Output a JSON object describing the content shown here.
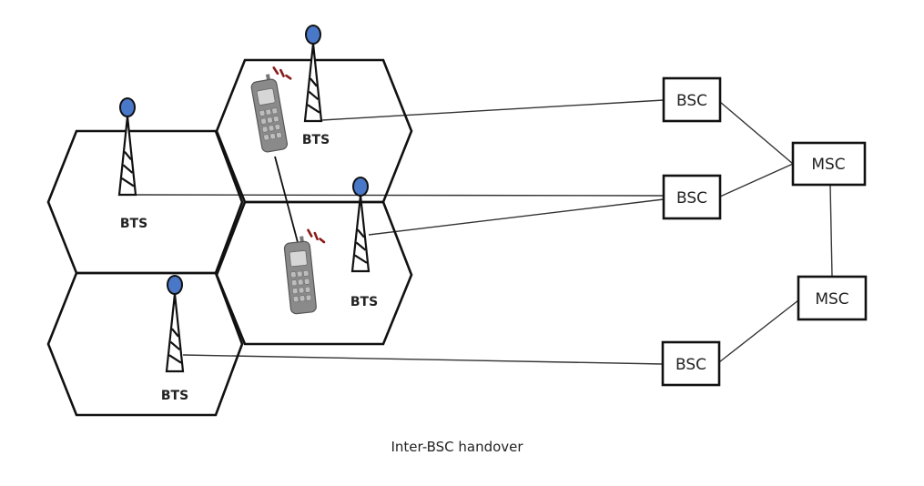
{
  "caption": "Inter-BSC handover",
  "colors": {
    "antenna_ball": "#4a78c8",
    "signal_marks": "#8b1a1a",
    "lines": "#333333"
  },
  "cells": [
    {
      "id": "cell-left-top",
      "bts_label": "BTS"
    },
    {
      "id": "cell-right-top",
      "bts_label": "BTS",
      "has_phone": true
    },
    {
      "id": "cell-right-middle",
      "bts_label": "BTS",
      "has_phone": true
    },
    {
      "id": "cell-left-bottom",
      "bts_label": "BTS"
    }
  ],
  "controllers": {
    "bsc": [
      {
        "id": "bsc-top",
        "label": "BSC"
      },
      {
        "id": "bsc-middle",
        "label": "BSC"
      },
      {
        "id": "bsc-bottom",
        "label": "BSC"
      }
    ],
    "msc": [
      {
        "id": "msc-top",
        "label": "MSC"
      },
      {
        "id": "msc-bottom",
        "label": "MSC"
      }
    ]
  },
  "connections": [
    {
      "from": "cell-right-top.bts",
      "to": "bsc-top"
    },
    {
      "from": "cell-left-top.bts",
      "to": "bsc-middle"
    },
    {
      "from": "cell-right-middle.bts",
      "to": "bsc-middle"
    },
    {
      "from": "cell-left-bottom.bts",
      "to": "bsc-bottom"
    },
    {
      "from": "bsc-top",
      "to": "msc-top"
    },
    {
      "from": "bsc-middle",
      "to": "msc-top"
    },
    {
      "from": "msc-top",
      "to": "msc-bottom"
    },
    {
      "from": "bsc-bottom",
      "to": "msc-bottom"
    }
  ],
  "handover": {
    "from": "cell-right-top",
    "to": "cell-right-middle",
    "type": "Inter-BSC"
  }
}
